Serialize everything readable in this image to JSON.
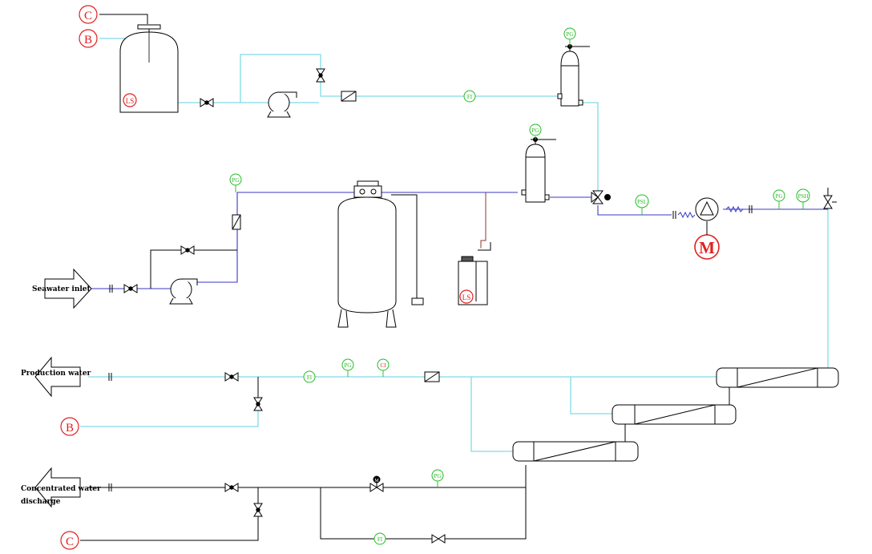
{
  "io": {
    "seawater_inlet": "Seawater inlet",
    "production_water": "Production water",
    "concentrated_line1": "Concentrated water",
    "concentrated_line2": "discharge"
  },
  "tags": {
    "C": "C",
    "B": "B",
    "M": "M",
    "LS": "LS",
    "PG": "PG",
    "FI": "FI",
    "CI": "CI",
    "PSL": "PSL",
    "PSH": "PSH",
    "valve_M": "M"
  },
  "colors": {
    "water_line": "#7fdbe6",
    "feed_line": "#3a3ac8",
    "black": "#000000",
    "red_tag": "#e02020",
    "green_tag": "#22bb22",
    "brown_line": "#8b3a2a"
  }
}
